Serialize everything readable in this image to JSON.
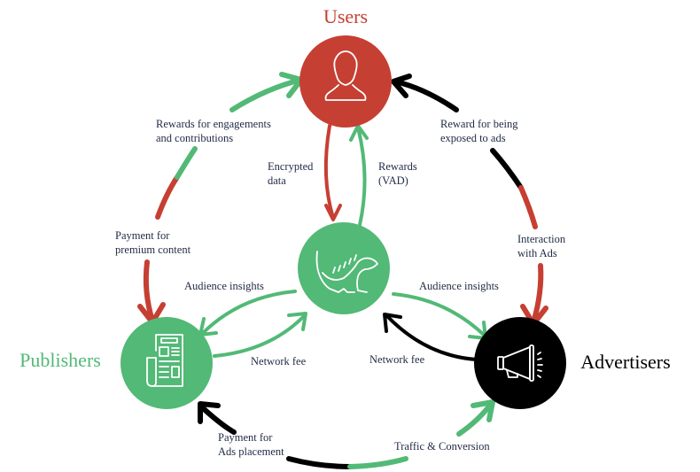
{
  "colors": {
    "red": "#c63f33",
    "green": "#52b976",
    "black": "#000000",
    "label_text": "#1f2a44"
  },
  "nodes": {
    "users": {
      "title": "Users",
      "icon": "user-icon",
      "color": "#c63f33",
      "title_color": "#c63f33"
    },
    "center": {
      "title": "",
      "icon": "iguana-icon",
      "color": "#52b976"
    },
    "publishers": {
      "title": "Publishers",
      "icon": "newspaper-icon",
      "color": "#52b976",
      "title_color": "#52b976"
    },
    "advertisers": {
      "title": "Advertisers",
      "icon": "megaphone-icon",
      "color": "#000000",
      "title_color": "#000000"
    }
  },
  "flows": {
    "rewards_engagements": [
      "Rewards for engagements",
      "and contributions"
    ],
    "payment_premium": [
      "Payment for",
      "premium content"
    ],
    "encrypted_data": [
      "Encrypted",
      "data"
    ],
    "rewards_vad": [
      "Rewards",
      "(VAD)"
    ],
    "reward_exposed": [
      "Reward for being",
      "exposed to ads"
    ],
    "interaction_ads": [
      "Interaction",
      "with Ads"
    ],
    "audience_insights_left": "Audience insights",
    "network_fee_left": "Network fee",
    "audience_insights_right": "Audience insights",
    "network_fee_right": "Network fee",
    "payment_ads_placement": [
      "Payment for",
      "Ads placement"
    ],
    "traffic_conversion": "Traffic & Conversion"
  }
}
